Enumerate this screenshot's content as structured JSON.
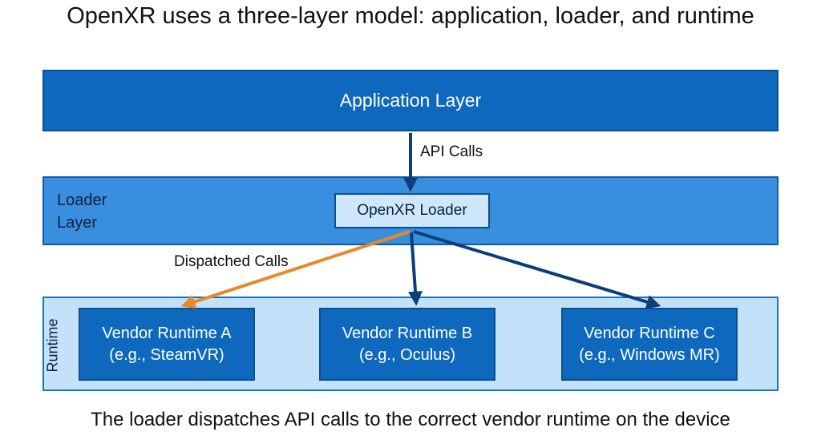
{
  "title": "OpenXR uses a three-layer model: application, loader, and runtime",
  "caption": "The loader dispatches API calls to the correct vendor runtime on the device",
  "application_layer": {
    "label": "Application Layer"
  },
  "loader_layer": {
    "label_line1": "Loader",
    "label_line2": "Layer",
    "loader_box": "OpenXR Loader"
  },
  "runtime_layer": {
    "label": "Runtime",
    "vendors": [
      {
        "name": "Vendor Runtime A",
        "example": "(e.g., SteamVR)"
      },
      {
        "name": "Vendor Runtime B",
        "example": "(e.g., Oculus)"
      },
      {
        "name": "Vendor Runtime C",
        "example": "(e.g., Windows MR)"
      }
    ]
  },
  "edges": {
    "api_calls": "API Calls",
    "dispatched_calls": "Dispatched Calls"
  },
  "colors": {
    "dark_blue": "#0e69be",
    "loader_blue": "#3a8ede",
    "light_blue": "#c4e1fa",
    "arrow_navy": "#0c3f7a",
    "dispatch_orange": "#e8892c"
  }
}
